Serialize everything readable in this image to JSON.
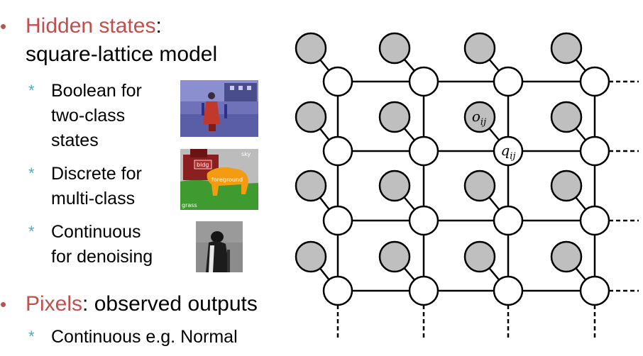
{
  "bullets": [
    {
      "accent": "Hidden states",
      "rest": ":",
      "line2": "square-lattice model"
    },
    {
      "accent": "Pixels",
      "rest": ": observed outputs"
    }
  ],
  "sub_items": [
    [
      "Boolean for",
      "two-class",
      "states"
    ],
    [
      "Discrete for",
      "multi-class"
    ],
    [
      "Continuous",
      "for denoising"
    ],
    [
      "Continuous e.g. Normal"
    ]
  ],
  "segmentation_labels": {
    "sky": "sky",
    "bldg": "bldg",
    "foreground": "foreground",
    "grass": "grass"
  },
  "diagram": {
    "observed_label": "o",
    "observed_sub": "ij",
    "hidden_label": "q",
    "hidden_sub": "ij",
    "observed_fill": "#bfbfbf",
    "hidden_fill": "#ffffff"
  },
  "colors": {
    "accent": "#c0504d",
    "sub_bullet": "#4bacc6"
  }
}
